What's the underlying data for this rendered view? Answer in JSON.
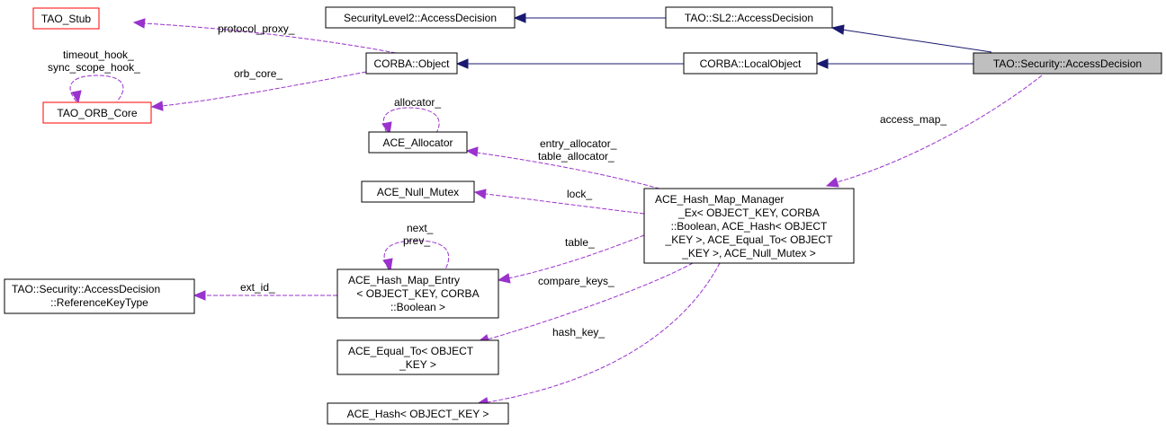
{
  "diagram": {
    "title": "Collaboration diagram for TAO::Security::AccessDecision",
    "colors": {
      "inheritance_edge": "#191970",
      "usage_edge": "#9a32cd",
      "focus_fill": "#bfbfbf",
      "undocumented_border": "#ff0000",
      "default_border": "#000000"
    },
    "nodes": {
      "tao_stub": {
        "lines": [
          "TAO_Stub"
        ]
      },
      "tao_orb_core": {
        "lines": [
          "TAO_ORB_Core"
        ]
      },
      "corba_object": {
        "lines": [
          "CORBA::Object"
        ]
      },
      "sl2_access_decision": {
        "lines": [
          "SecurityLevel2::AccessDecision"
        ]
      },
      "tao_sl2_access_decision": {
        "lines": [
          "TAO::SL2::AccessDecision"
        ]
      },
      "corba_local_object": {
        "lines": [
          "CORBA::LocalObject"
        ]
      },
      "tao_security_access_decision": {
        "lines": [
          "TAO::Security::AccessDecision"
        ]
      },
      "ace_allocator": {
        "lines": [
          "ACE_Allocator"
        ]
      },
      "ace_null_mutex": {
        "lines": [
          "ACE_Null_Mutex"
        ]
      },
      "hash_map_manager": {
        "lines": [
          "ACE_Hash_Map_Manager",
          "_Ex< OBJECT_KEY, CORBA",
          "::Boolean, ACE_Hash< OBJECT",
          "_KEY >, ACE_Equal_To< OBJECT",
          "_KEY >, ACE_Null_Mutex >"
        ]
      },
      "hash_map_entry": {
        "lines": [
          "ACE_Hash_Map_Entry",
          "< OBJECT_KEY, CORBA",
          "::Boolean >"
        ]
      },
      "reference_key_type": {
        "lines": [
          "TAO::Security::AccessDecision",
          "::ReferenceKeyType"
        ]
      },
      "ace_equal_to": {
        "lines": [
          "ACE_Equal_To< OBJECT",
          "_KEY >"
        ]
      },
      "ace_hash": {
        "lines": [
          "ACE_Hash< OBJECT_KEY >"
        ]
      }
    },
    "edge_labels": {
      "protocol_proxy": [
        "protocol_proxy_"
      ],
      "orb_core": [
        "orb_core_"
      ],
      "orb_core_self": [
        "timeout_hook_",
        "sync_scope_hook_"
      ],
      "allocator_self": [
        "allocator_"
      ],
      "entry_table_allocator": [
        "entry_allocator_",
        "table_allocator_"
      ],
      "lock": [
        "lock_"
      ],
      "table": [
        "table_"
      ],
      "next_prev": [
        "next_",
        "prev_"
      ],
      "ext_id": [
        "ext_id_"
      ],
      "compare_keys": [
        "compare_keys_"
      ],
      "hash_key": [
        "hash_key_"
      ],
      "access_map": [
        "access_map_"
      ]
    }
  }
}
